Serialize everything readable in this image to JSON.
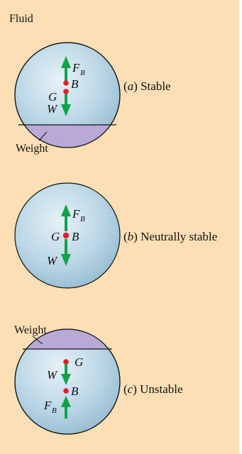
{
  "fluid_label": "Fluid",
  "symbols": {
    "buoyancy": "F",
    "buoyancy_sub": "B",
    "buoyancy_center": "B",
    "gravity_center": "G",
    "weight": "W"
  },
  "weight_label": "Weight",
  "cases": [
    {
      "letter": "a",
      "caption": "Stable"
    },
    {
      "letter": "b",
      "caption": "Neutrally stable"
    },
    {
      "letter": "c",
      "caption": "Unstable"
    }
  ],
  "colors": {
    "background": "#FDDFB5",
    "sphere": "#B9D7E8",
    "arrow": "#12A34A",
    "point": "#E0202A",
    "weight_block": "#B8A9D6"
  }
}
